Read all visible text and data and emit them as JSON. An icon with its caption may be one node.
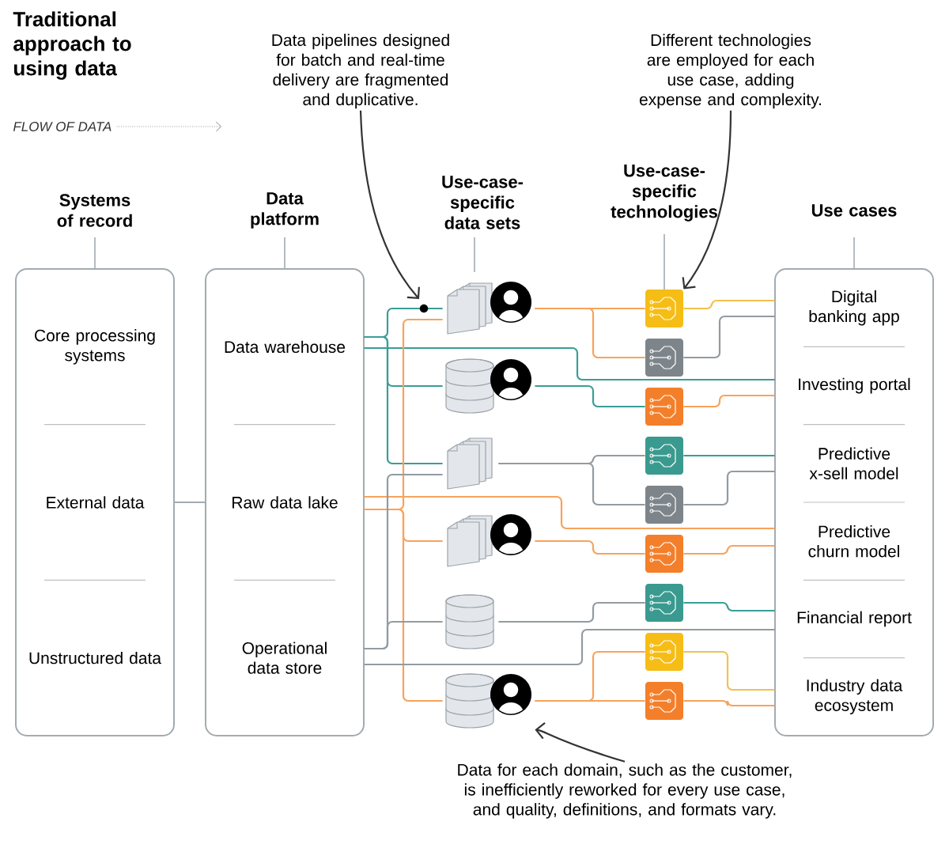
{
  "diagram": {
    "title": "Traditional approach to using data",
    "nodes": [
      {
        "text": [
          "Systems of record"
        ]
      },
      {
        "text": [
          "Core processing systems"
        ],
        "in": 0
      },
      {
        "text": [
          "External data"
        ],
        "in": 0
      },
      {
        "text": [
          "Unstructured data"
        ],
        "in": 0
      },
      {
        "text": [
          "Data platform"
        ]
      },
      {
        "text": [
          "Data warehouse"
        ],
        "in": 4
      },
      {
        "text": [
          "Raw data lake"
        ],
        "in": 4
      },
      {
        "text": [
          "Operational data store"
        ],
        "in": 4
      },
      {
        "text": [],
        "shape": "document"
      },
      {
        "text": [],
        "shape": "cylinder"
      },
      {
        "text": [],
        "shape": "document"
      },
      {
        "text": [],
        "shape": "document"
      },
      {
        "text": [],
        "shape": "cylinder"
      },
      {
        "text": [],
        "shape": "cylinder"
      },
      {
        "text": [],
        "shape": "box"
      },
      {
        "text": [],
        "shape": "box"
      },
      {
        "text": [],
        "shape": "box"
      },
      {
        "text": [],
        "shape": "box"
      },
      {
        "text": [],
        "shape": "box"
      },
      {
        "text": [],
        "shape": "box"
      },
      {
        "text": [],
        "shape": "box"
      },
      {
        "text": [],
        "shape": "box"
      },
      {
        "text": [],
        "shape": "box"
      },
      {
        "text": [
          "Use cases"
        ]
      },
      {
        "text": [
          "Digital banking app"
        ],
        "in": 23
      },
      {
        "text": [
          "Investing portal"
        ],
        "in": 23
      },
      {
        "text": [
          "Predictive x-sell model"
        ],
        "in": 23
      },
      {
        "text": [
          "Predictive churn model"
        ],
        "in": 23
      },
      {
        "text": [
          "Financial report"
        ],
        "in": 23
      },
      {
        "text": [
          "Industry data ecosystem"
        ],
        "in": 23
      },
      {
        "text": [
          "Data pipelines designed for batch and real-time delivery are fragmented and duplicative."
        ]
      },
      {
        "text": [
          "Different technologies are employed for each use case, adding expense and complexity."
        ]
      },
      {
        "text": [
          "Data for each domain, such as the customer, is inefficiently reworked for every use case, and quality, definitions, and formats vary."
        ]
      }
    ],
    "edges": [
      {
        "from": 0,
        "to": 4,
        "arrow": "none",
        "color": "#a3abb0"
      },
      {
        "from": 5,
        "to": 8,
        "arrow": "none",
        "color": "#3a9e96"
      },
      {
        "from": 5,
        "to": 9,
        "arrow": "none",
        "color": "#3a9e96"
      },
      {
        "from": 5,
        "to": 10,
        "arrow": "none",
        "color": "#3a9e96"
      },
      {
        "from": 5,
        "to": 25,
        "arrow": "none",
        "color": "#3a9e96"
      },
      {
        "from": 6,
        "to": 8,
        "arrow": "none",
        "color": "#f7a35c"
      },
      {
        "from": 6,
        "to": 11,
        "arrow": "none",
        "color": "#f7a35c"
      },
      {
        "from": 6,
        "to": 13,
        "arrow": "none",
        "color": "#f7a35c"
      },
      {
        "from": 6,
        "to": 27,
        "arrow": "none",
        "color": "#f7a35c"
      },
      {
        "from": 7,
        "to": 10,
        "arrow": "none",
        "color": "#939ba1"
      },
      {
        "from": 7,
        "to": 12,
        "arrow": "none",
        "color": "#939ba1"
      },
      {
        "from": 7,
        "to": 28,
        "arrow": "none",
        "color": "#939ba1"
      },
      {
        "from": 8,
        "to": 14,
        "arrow": "none",
        "color": "#f7a35c"
      },
      {
        "from": 8,
        "to": 15,
        "arrow": "none",
        "color": "#f7a35c"
      },
      {
        "from": 9,
        "to": 16,
        "arrow": "none",
        "color": "#3a9e96"
      },
      {
        "from": 10,
        "to": 17,
        "arrow": "none",
        "color": "#939ba1"
      },
      {
        "from": 10,
        "to": 18,
        "arrow": "none",
        "color": "#939ba1"
      },
      {
        "from": 11,
        "to": 19,
        "arrow": "none",
        "color": "#f7a35c"
      },
      {
        "from": 12,
        "to": 20,
        "arrow": "none",
        "color": "#939ba1"
      },
      {
        "from": 13,
        "to": 21,
        "arrow": "none",
        "color": "#f7a35c"
      },
      {
        "from": 13,
        "to": 22,
        "arrow": "none",
        "color": "#f7a35c"
      },
      {
        "from": 14,
        "to": 24,
        "arrow": "none",
        "color": "#f2c14e"
      },
      {
        "from": 15,
        "to": 24,
        "arrow": "none",
        "color": "#939ba1"
      },
      {
        "from": 16,
        "to": 25,
        "arrow": "none",
        "color": "#f7a35c"
      },
      {
        "from": 17,
        "to": 26,
        "arrow": "none",
        "color": "#3a9e96"
      },
      {
        "from": 18,
        "to": 26,
        "arrow": "none",
        "color": "#939ba1"
      },
      {
        "from": 19,
        "to": 27,
        "arrow": "none",
        "color": "#f7a35c"
      },
      {
        "from": 20,
        "to": 28,
        "arrow": "none",
        "color": "#3a9e96"
      },
      {
        "from": 21,
        "to": 29,
        "arrow": "none",
        "color": "#f2c14e"
      },
      {
        "from": 22,
        "to": 29,
        "arrow": "none",
        "color": "#f7a35c"
      },
      {
        "from": 30,
        "to": null,
        "arrow": "to",
        "color": "#333333"
      },
      {
        "from": 31,
        "to": 14,
        "arrow": "to",
        "color": "#333333"
      },
      {
        "from": 32,
        "to": 13,
        "arrow": "to",
        "color": "#333333"
      }
    ],
    "labels": [
      "FLOW OF DATA",
      "Use-case-specific data sets",
      "Use-case-specific technologies"
    ]
  }
}
